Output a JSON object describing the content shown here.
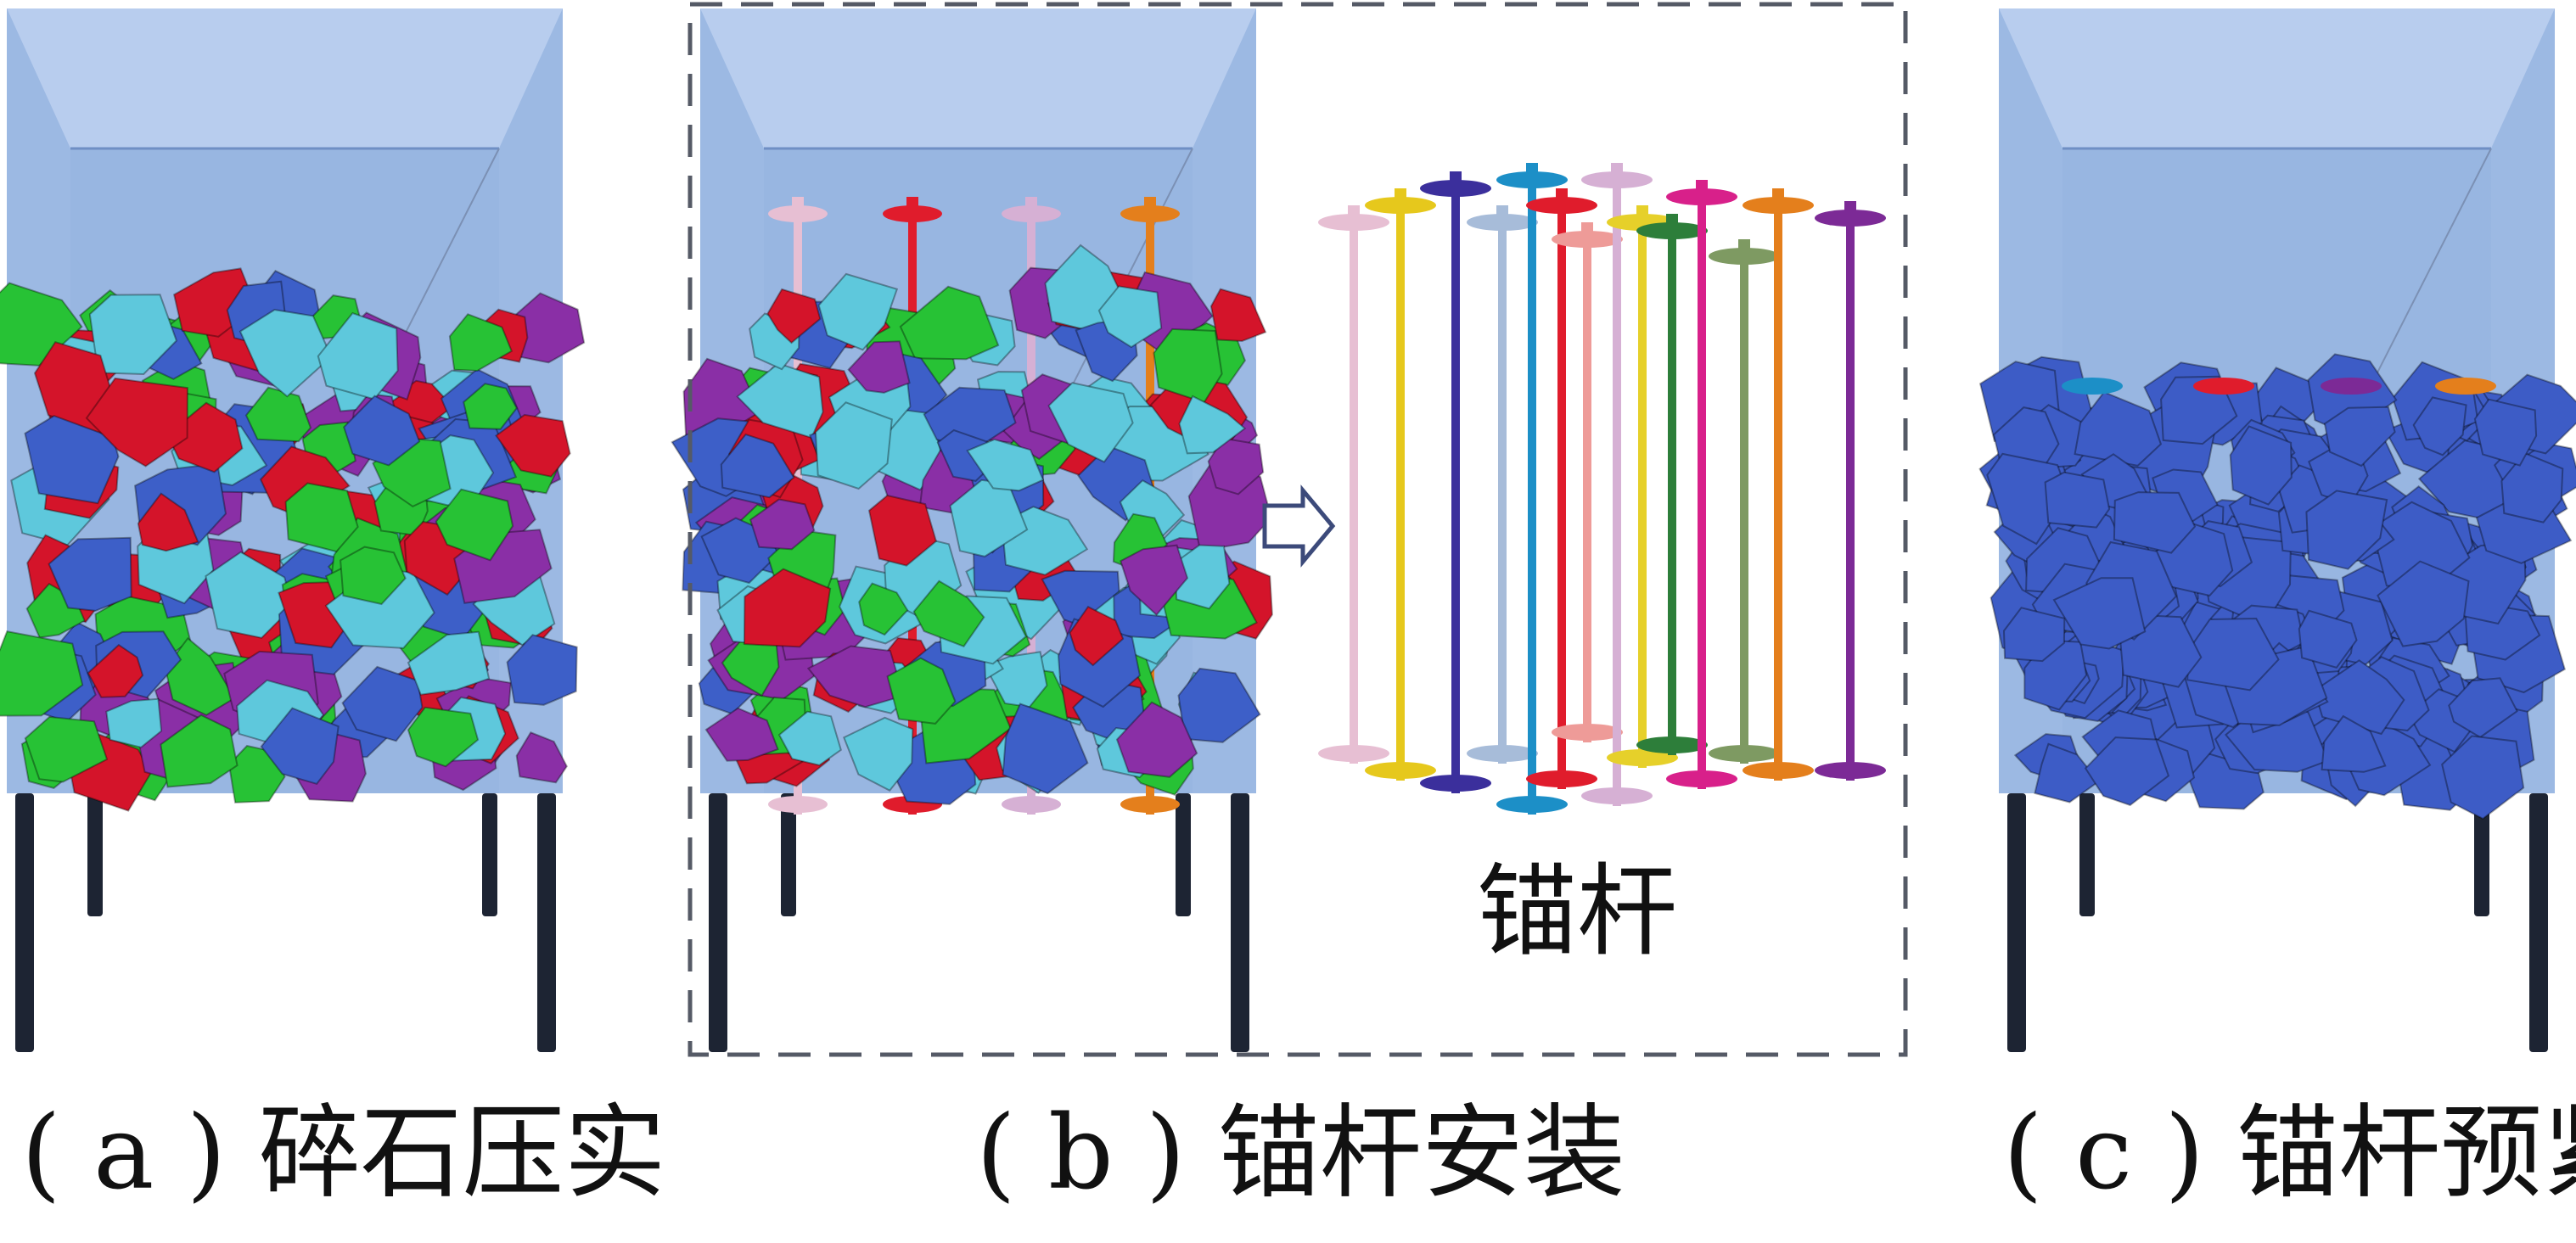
{
  "captions": {
    "a": "( a ) 碎石压实",
    "b": "( b ) 锚杆安装",
    "c": "( c ) 锚杆预紧"
  },
  "inset_label": "锚杆",
  "colors": {
    "box_back": "#86a9dc",
    "box_top": "#b8cdee",
    "box_side": "#9fbbe4",
    "leg": "#1d2433",
    "dashed_frame": "#555a66",
    "arrow": "#3c4a7a",
    "particles": [
      "#d4142a",
      "#27c235",
      "#3d5fc8",
      "#8a2fa6",
      "#5ec8dc"
    ],
    "compacted": "#3d5cc6",
    "bolts": [
      "#e7bfd3",
      "#e6c81c",
      "#3b2f9c",
      "#a7bcd9",
      "#1c8fc7",
      "#e01c2c",
      "#ee9b98",
      "#d6b0d4",
      "#e6d02a",
      "#2d7e3a",
      "#d8208a",
      "#7e9a62",
      "#e47f1c",
      "#7c2a96"
    ]
  }
}
